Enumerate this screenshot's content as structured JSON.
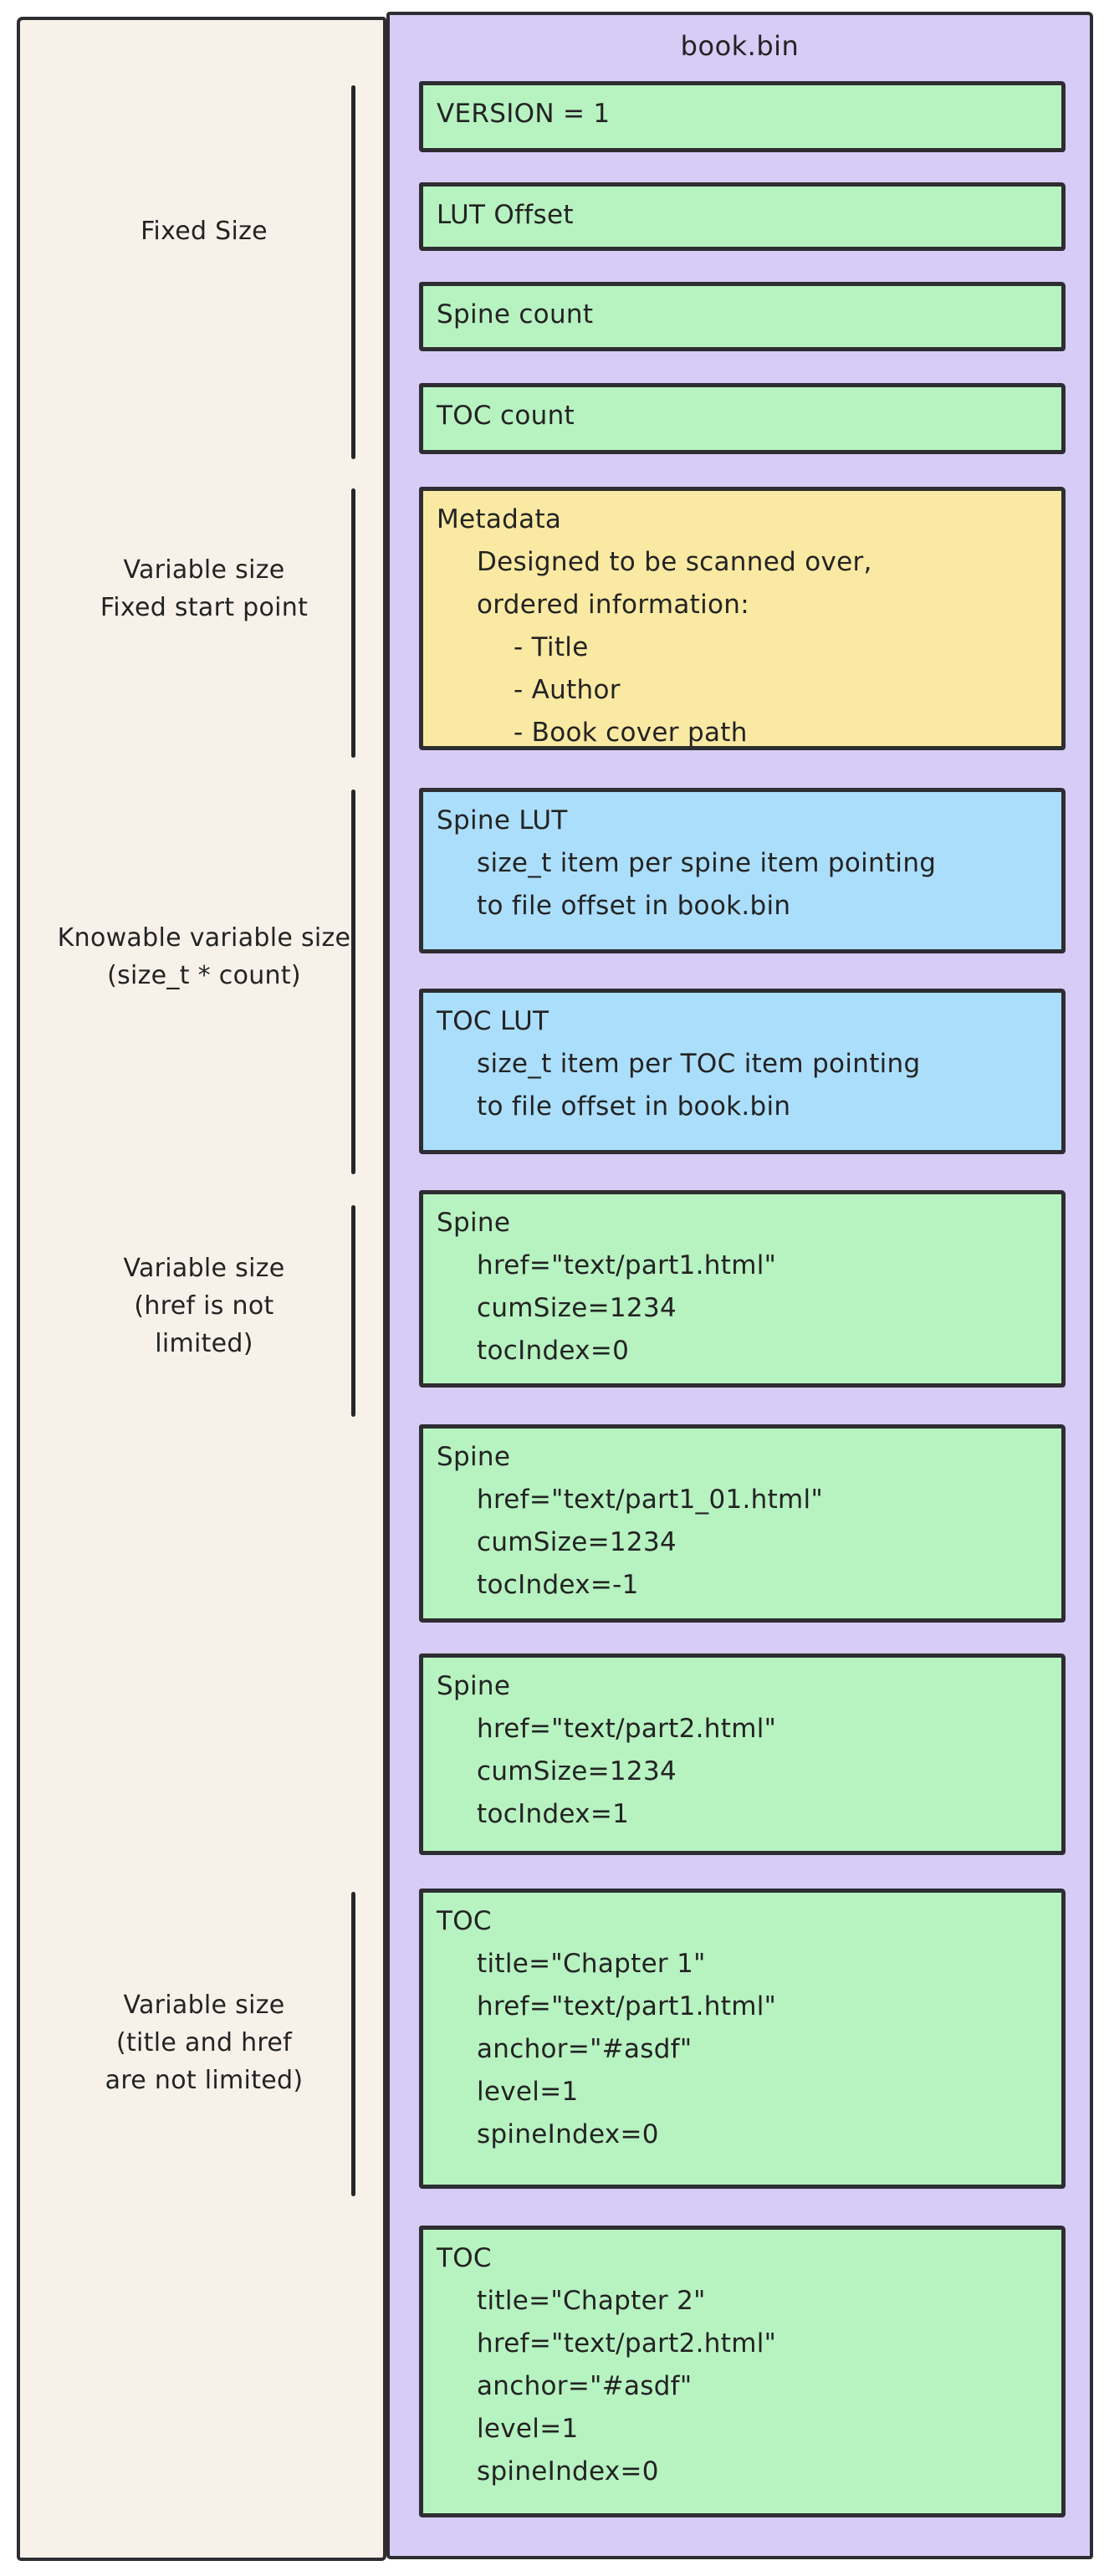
{
  "title": "book.bin",
  "colors": {
    "page_bg": "#ffffff",
    "left_panel_bg": "#f7f1e9",
    "container_bg": "#d6ccf5",
    "stroke": "#2d2d32",
    "text": "#232323",
    "box_green": "#b7f2c1",
    "box_yellow": "#fae9a2",
    "box_blue": "#abdefb"
  },
  "left_panel": {
    "labels": [
      {
        "id": "fixed-size",
        "lines": [
          "Fixed Size"
        ]
      },
      {
        "id": "variable-size-fixed-start",
        "lines": [
          "Variable size",
          "Fixed start point"
        ]
      },
      {
        "id": "knowable-variable-size",
        "lines": [
          "Knowable variable size",
          "(size_t * count)"
        ]
      },
      {
        "id": "variable-size-href",
        "lines": [
          "Variable size",
          "(href is not",
          "limited)"
        ]
      },
      {
        "id": "variable-size-title-href",
        "lines": [
          "Variable size",
          "(title and href",
          "are not limited)"
        ]
      }
    ]
  },
  "container": {
    "boxes": [
      {
        "id": "version",
        "color": "green",
        "lines": [
          {
            "t": "VERSION = 1",
            "i": 0
          }
        ]
      },
      {
        "id": "lut-offset",
        "color": "green",
        "lines": [
          {
            "t": "LUT Offset",
            "i": 0
          }
        ]
      },
      {
        "id": "spine-count",
        "color": "green",
        "lines": [
          {
            "t": "Spine count",
            "i": 0
          }
        ]
      },
      {
        "id": "toc-count",
        "color": "green",
        "lines": [
          {
            "t": "TOC count",
            "i": 0
          }
        ]
      },
      {
        "id": "metadata",
        "color": "yellow",
        "lines": [
          {
            "t": "Metadata",
            "i": 0
          },
          {
            "t": "Designed to be scanned over,",
            "i": 1
          },
          {
            "t": "ordered information:",
            "i": 1
          },
          {
            "t": "- Title",
            "i": 2
          },
          {
            "t": "- Author",
            "i": 2
          },
          {
            "t": "- Book cover path",
            "i": 2
          }
        ]
      },
      {
        "id": "spine-lut",
        "color": "blue",
        "lines": [
          {
            "t": "Spine LUT",
            "i": 0
          },
          {
            "t": "size_t item per spine item pointing",
            "i": 1
          },
          {
            "t": "to file offset in book.bin",
            "i": 1
          }
        ]
      },
      {
        "id": "toc-lut",
        "color": "blue",
        "lines": [
          {
            "t": "TOC LUT",
            "i": 0
          },
          {
            "t": "size_t item per TOC item pointing",
            "i": 1
          },
          {
            "t": "to file offset in book.bin",
            "i": 1
          }
        ]
      },
      {
        "id": "spine-1",
        "color": "green",
        "lines": [
          {
            "t": "Spine",
            "i": 0
          },
          {
            "t": "href=\"text/part1.html\"",
            "i": 1
          },
          {
            "t": "cumSize=1234",
            "i": 1
          },
          {
            "t": "tocIndex=0",
            "i": 1
          }
        ]
      },
      {
        "id": "spine-2",
        "color": "green",
        "lines": [
          {
            "t": "Spine",
            "i": 0
          },
          {
            "t": "href=\"text/part1_01.html\"",
            "i": 1
          },
          {
            "t": "cumSize=1234",
            "i": 1
          },
          {
            "t": "tocIndex=-1",
            "i": 1
          }
        ]
      },
      {
        "id": "spine-3",
        "color": "green",
        "lines": [
          {
            "t": "Spine",
            "i": 0
          },
          {
            "t": "href=\"text/part2.html\"",
            "i": 1
          },
          {
            "t": "cumSize=1234",
            "i": 1
          },
          {
            "t": "tocIndex=1",
            "i": 1
          }
        ]
      },
      {
        "id": "toc-1",
        "color": "green",
        "lines": [
          {
            "t": "TOC",
            "i": 0
          },
          {
            "t": "title=\"Chapter 1\"",
            "i": 1
          },
          {
            "t": "href=\"text/part1.html\"",
            "i": 1
          },
          {
            "t": "anchor=\"#asdf\"",
            "i": 1
          },
          {
            "t": "level=1",
            "i": 1
          },
          {
            "t": "spineIndex=0",
            "i": 1
          }
        ]
      },
      {
        "id": "toc-2",
        "color": "green",
        "lines": [
          {
            "t": "TOC",
            "i": 0
          },
          {
            "t": "title=\"Chapter 2\"",
            "i": 1
          },
          {
            "t": "href=\"text/part2.html\"",
            "i": 1
          },
          {
            "t": "anchor=\"#asdf\"",
            "i": 1
          },
          {
            "t": "level=1",
            "i": 1
          },
          {
            "t": "spineIndex=0",
            "i": 1
          }
        ]
      }
    ]
  }
}
